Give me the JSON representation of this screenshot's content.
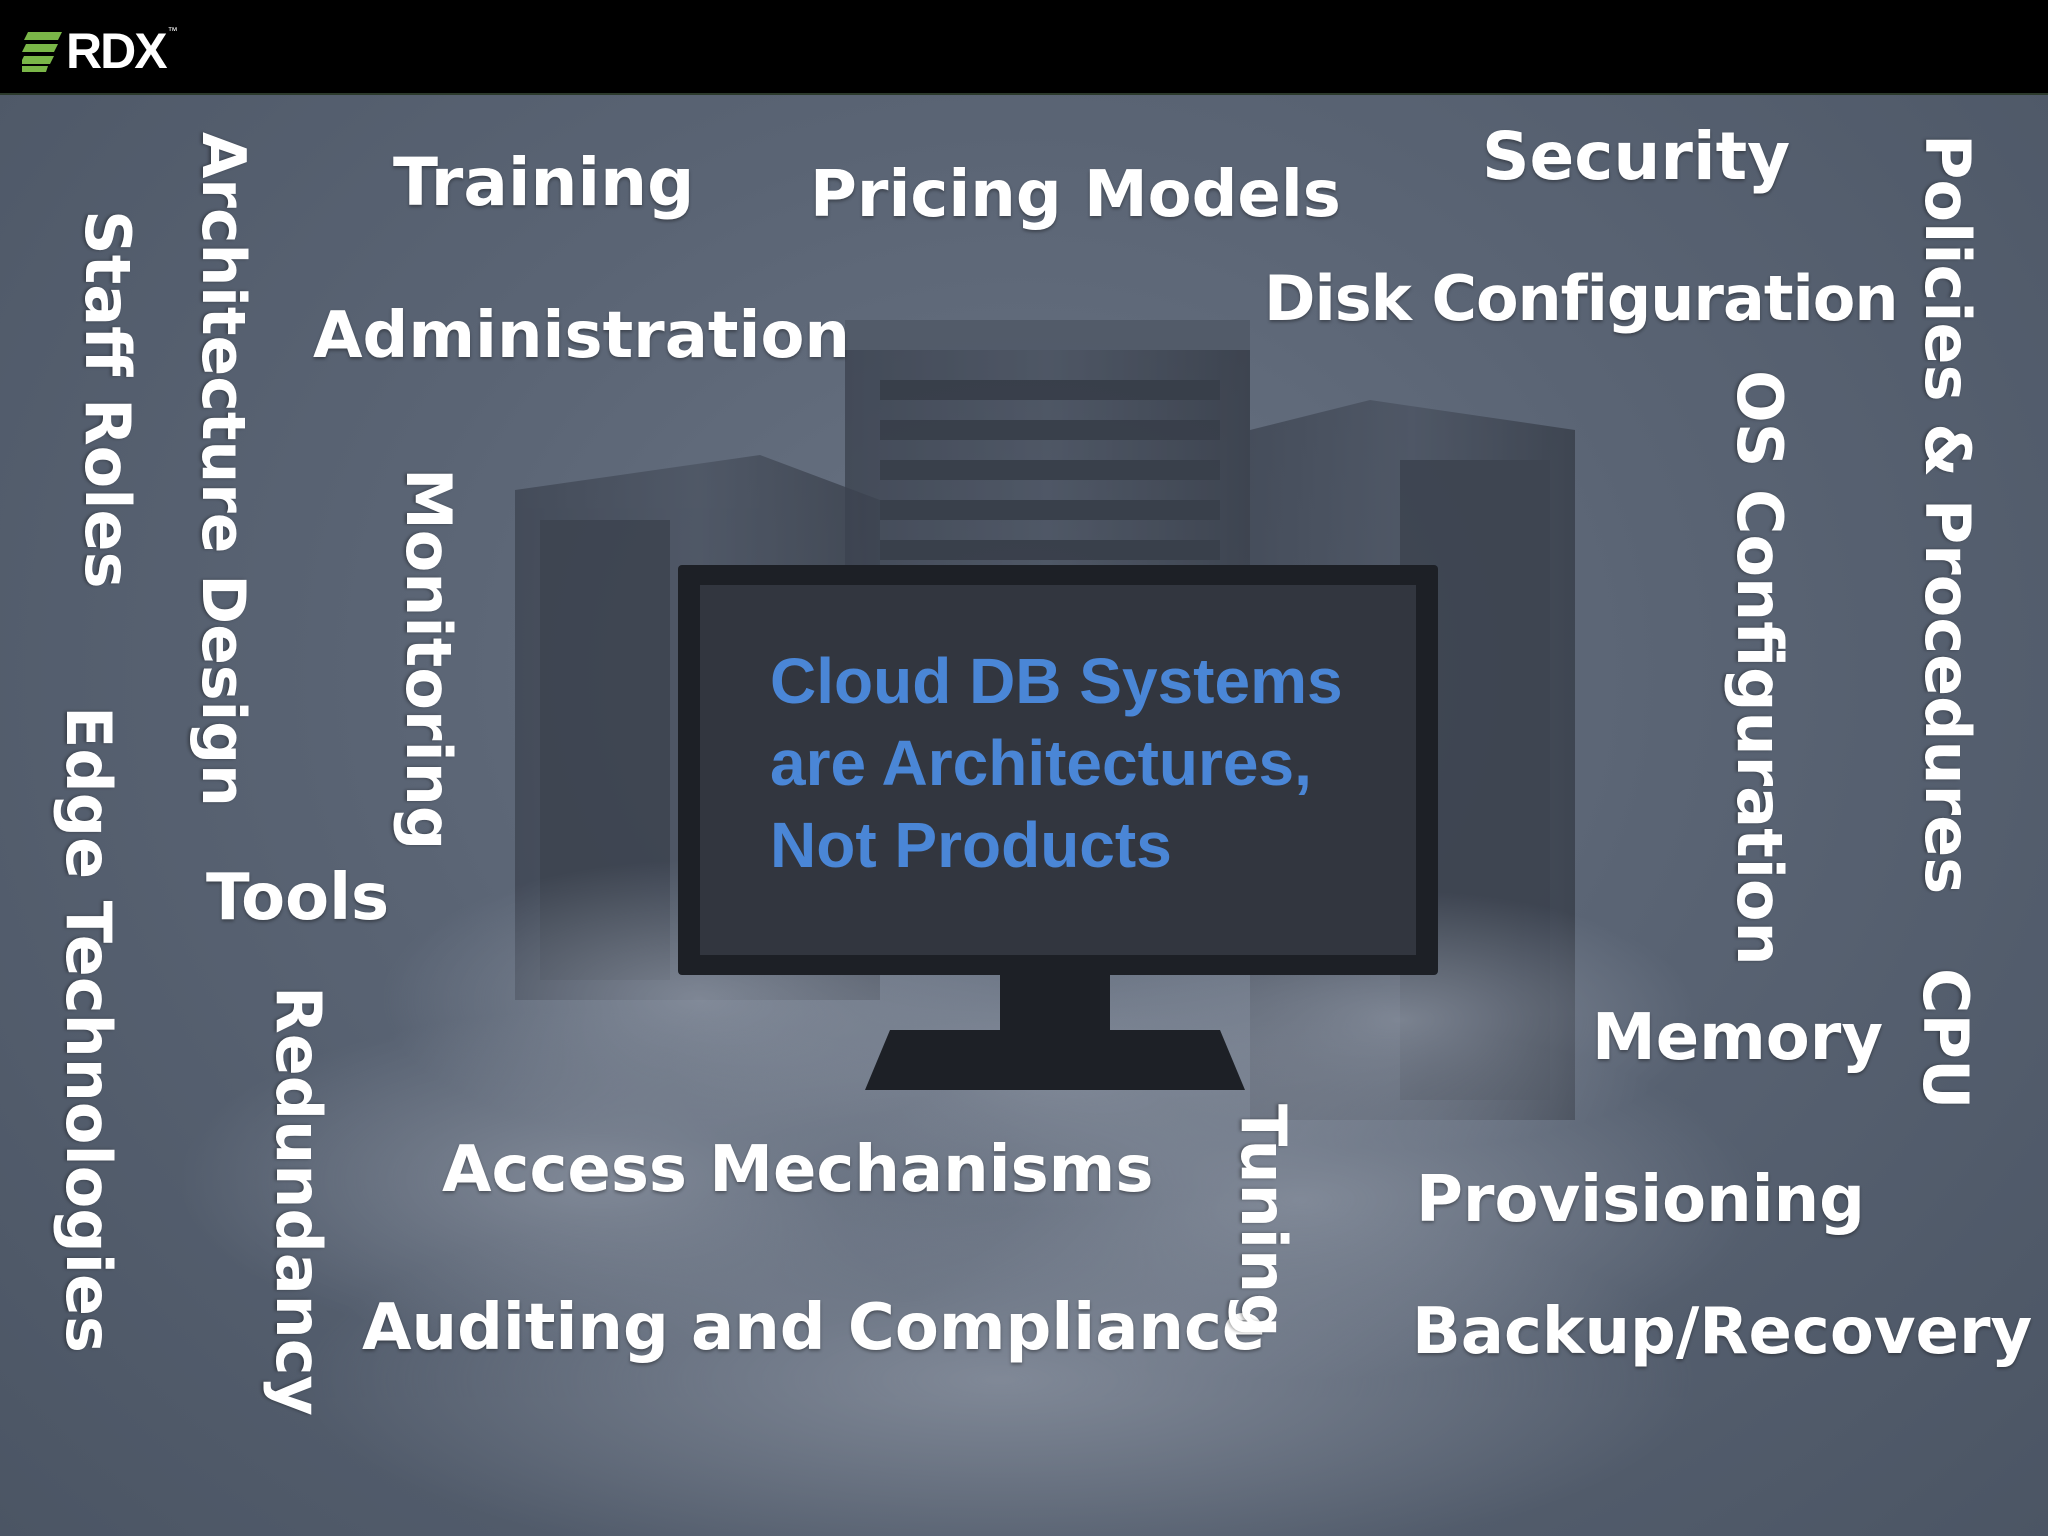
{
  "header": {
    "logo_text": "RDX",
    "logo_tm": "™",
    "logo_mark_color": "#7ab648"
  },
  "center": {
    "lines": [
      "Cloud DB Systems",
      "are Architectures,",
      "Not Products"
    ],
    "text_color": "#4a86d6"
  },
  "words": {
    "training": "Training",
    "pricing_models": "Pricing Models",
    "security": "Security",
    "disk_configuration": "Disk Configuration",
    "administration": "Administration",
    "tools": "Tools",
    "memory": "Memory",
    "access_mechanisms": "Access Mechanisms",
    "provisioning": "Provisioning",
    "auditing_and_compliance": "Auditing and Compliance",
    "backup_recovery": "Backup/Recovery",
    "staff_roles": "Staff Roles",
    "architecture_design": "Architecture Design",
    "monitoring": "Monitoring",
    "edge_technologies": "Edge Technologies",
    "redundancy": "Redundancy",
    "tuning": "Tuning",
    "os_configuration": "OS Configuration",
    "policies_procedures": "Policies & Procedures",
    "cpu": "CPU"
  }
}
